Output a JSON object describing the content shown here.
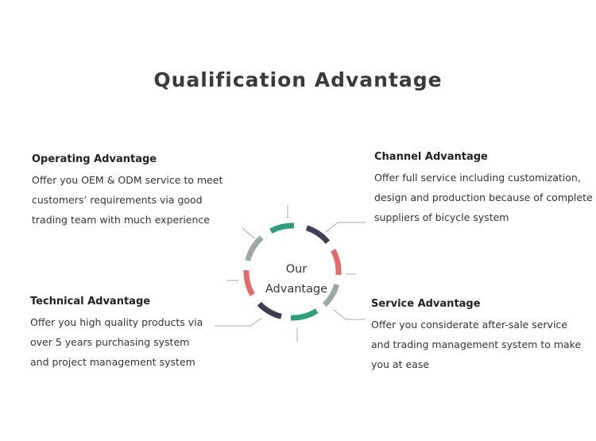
{
  "title": "Qualification Advantage",
  "center": {
    "line1": "Our",
    "line2": "Advantage"
  },
  "operating": {
    "heading": "Operating Advantage",
    "lines": [
      "Offer you OEM & ODM service to meet",
      "customers’ requirements via good",
      "trading team with much experience"
    ]
  },
  "channel": {
    "heading": "Channel Advantage",
    "lines": [
      "Offer full service including customization,",
      "design and production because of complete",
      "suppliers of bicycle system"
    ]
  },
  "technical": {
    "heading": "Technical Advantage",
    "lines": [
      "Offer you high quality products via",
      "over  5 years purchasing system",
      "and project management system"
    ]
  },
  "service": {
    "heading": "Service Advantage",
    "lines": [
      "Offer you considerate after-sale service",
      "and trading management system to make",
      "you at ease"
    ]
  },
  "colors": {
    "green": "#2e9e7a",
    "navy": "#3e3d54",
    "red": "#e06b6b",
    "gray": "#9aa9a5",
    "connector": "#a8a8a8"
  }
}
